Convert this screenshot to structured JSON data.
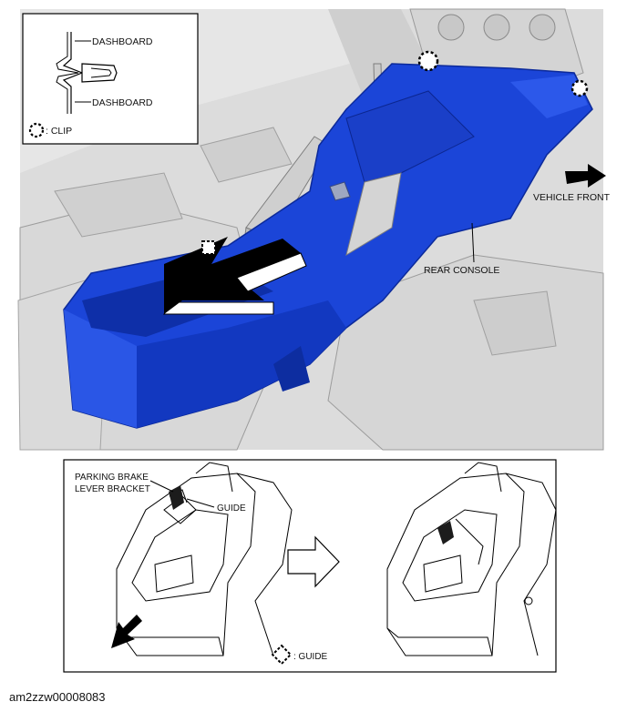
{
  "main_figure": {
    "legend": {
      "dashboard_top": "DASHBOARD",
      "dashboard_bottom": "DASHBOARD",
      "clip": ": CLIP"
    },
    "vehicle_front": "VEHICLE FRONT",
    "rear_console": "REAR CONSOLE"
  },
  "detail_figure": {
    "parking_brake_line1": "PARKING BRAKE",
    "parking_brake_line2": "LEVER BRACKET",
    "guide": "GUIDE",
    "guide_legend": ": GUIDE"
  },
  "figure_code": "am2zzw00008083",
  "colors": {
    "console_blue": "#1b45d8",
    "console_dark": "#0c2a9a",
    "background_gray": "#e4e4e4",
    "arrow": "#000000"
  }
}
